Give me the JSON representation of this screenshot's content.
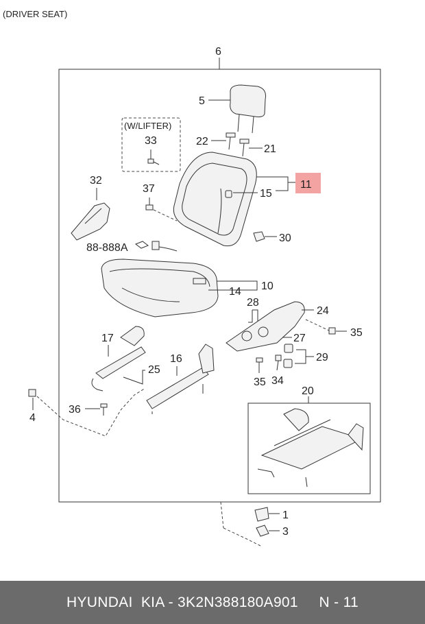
{
  "header": {
    "title": "(DRIVER SEAT)"
  },
  "diagram": {
    "lifter_label": "(W/LIFTER)",
    "connector_code": "88-888A",
    "callouts": {
      "c1": "1",
      "c3": "3",
      "c4": "4",
      "c5": "5",
      "c6": "6",
      "c10": "10",
      "c11": "11",
      "c14": "14",
      "c15": "15",
      "c16": "16",
      "c17": "17",
      "c20": "20",
      "c21": "21",
      "c22": "22",
      "c24": "24",
      "c25": "25",
      "c27": "27",
      "c28": "28",
      "c29": "29",
      "c30": "30",
      "c32": "32",
      "c33": "33",
      "c34": "34",
      "c35a": "35",
      "c35b": "35",
      "c36": "36",
      "c37": "37"
    },
    "highlight_color": "#f4a3a3"
  },
  "footer": {
    "text": "HYUNDAI  KIA - 3K2N388180A901     N - 11"
  }
}
